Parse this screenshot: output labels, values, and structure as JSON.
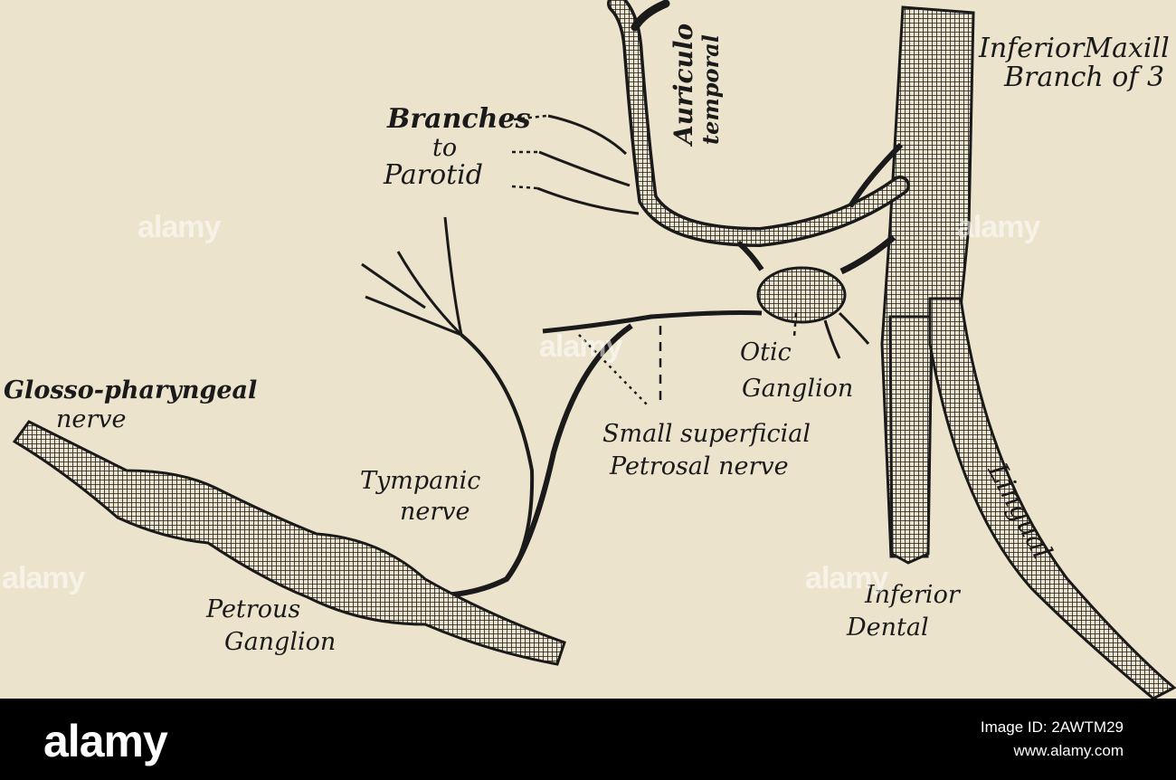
{
  "labels": {
    "inferior_maxillary_1": "InferiorMaxill",
    "inferior_maxillary_2": "Branch of 3",
    "auriculo": "Auriculo",
    "temporal": "temporal",
    "branches": "Branches",
    "to": "to",
    "parotid": "Parotid",
    "otic": "Otic",
    "ganglion": "Ganglion",
    "glosso_1": "Glosso-pharyngeal",
    "glosso_2": "nerve",
    "small_superficial_1": "Small superficial",
    "small_superficial_2": "Petrosal nerve",
    "tympanic_1": "Tympanic",
    "tympanic_2": "nerve",
    "lingual": "Lingual",
    "inferior_dental_1": "Inferior",
    "inferior_dental_2": "Dental",
    "petrous_1": "Petrous",
    "petrous_2": "Ganglion"
  },
  "watermark": {
    "text": "alamy"
  },
  "footer": {
    "logo": "alamy",
    "image_id": "Image ID: 2AWTM29",
    "url": "www.alamy.com"
  },
  "colors": {
    "paper": "#ece3cd",
    "ink": "#1a1a1a",
    "footer": "#000000"
  }
}
